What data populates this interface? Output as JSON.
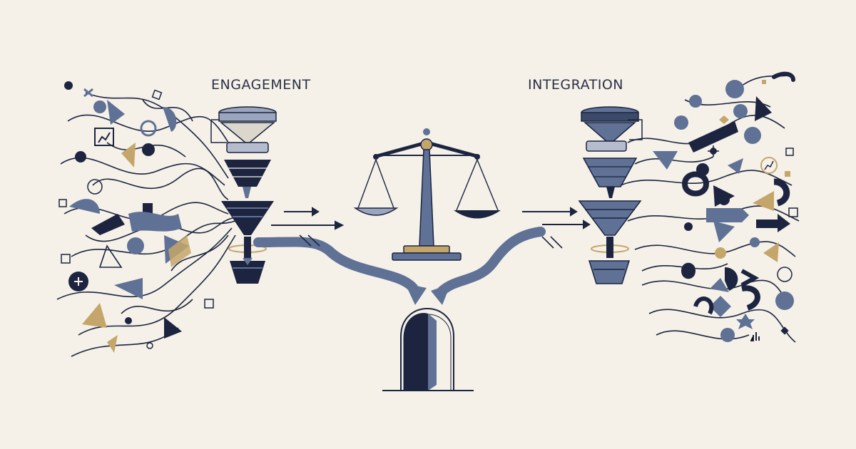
{
  "labels": {
    "left": "ENGAGEMENT",
    "right": "INTEGRATION"
  },
  "colors": {
    "background": "#f5f1e8",
    "navy": "#1c2440",
    "slate": "#5f7195",
    "gold": "#c4a66a",
    "line": "#2a3147"
  },
  "icons": [
    "funnel-icon",
    "balance-scale-icon",
    "door-icon",
    "arrow-icon",
    "chaos-shapes"
  ]
}
